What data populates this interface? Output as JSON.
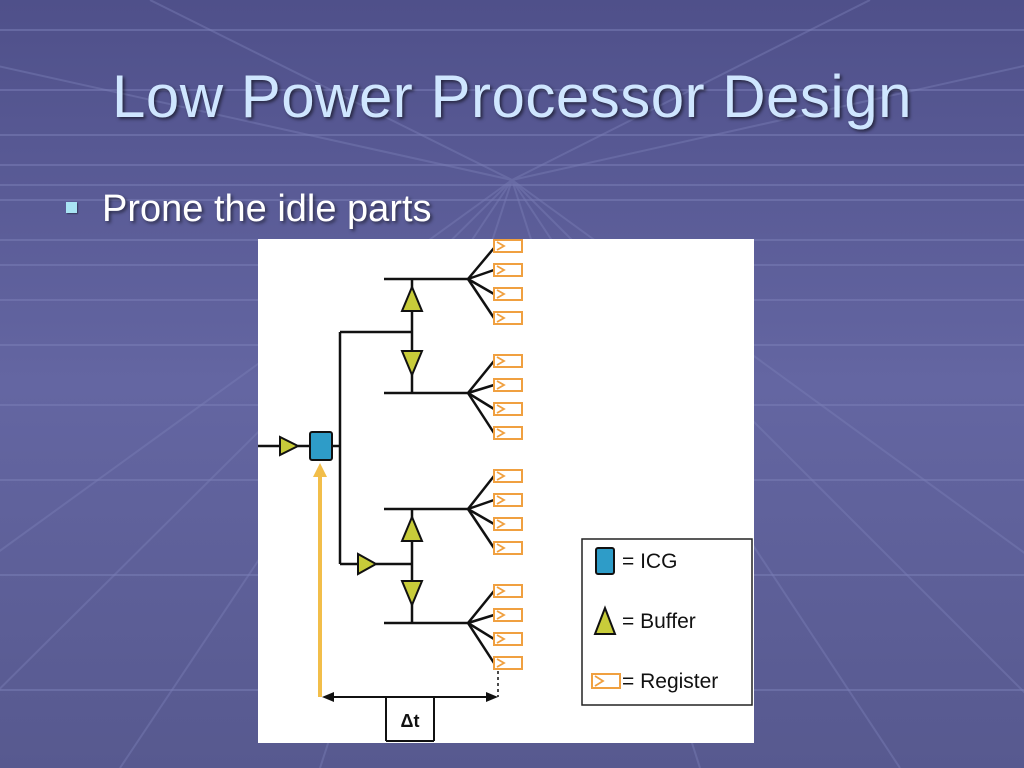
{
  "slide": {
    "title": "Low Power Processor Design",
    "bullets": [
      "Prone the idle parts"
    ]
  },
  "diagram": {
    "legend": {
      "icg_label": "= ICG",
      "buffer_label": "= Buffer",
      "register_label": "= Register"
    },
    "delay_label": "Δt",
    "colors": {
      "icg": "#2e9cc8",
      "buffer": "#c8cc3a",
      "register": "#f0a040",
      "enable_signal": "#f2be4a",
      "wire": "#111111"
    }
  },
  "icons": [
    "bullet-square-icon",
    "icg-gate-icon",
    "buffer-triangle-icon",
    "register-icon"
  ]
}
